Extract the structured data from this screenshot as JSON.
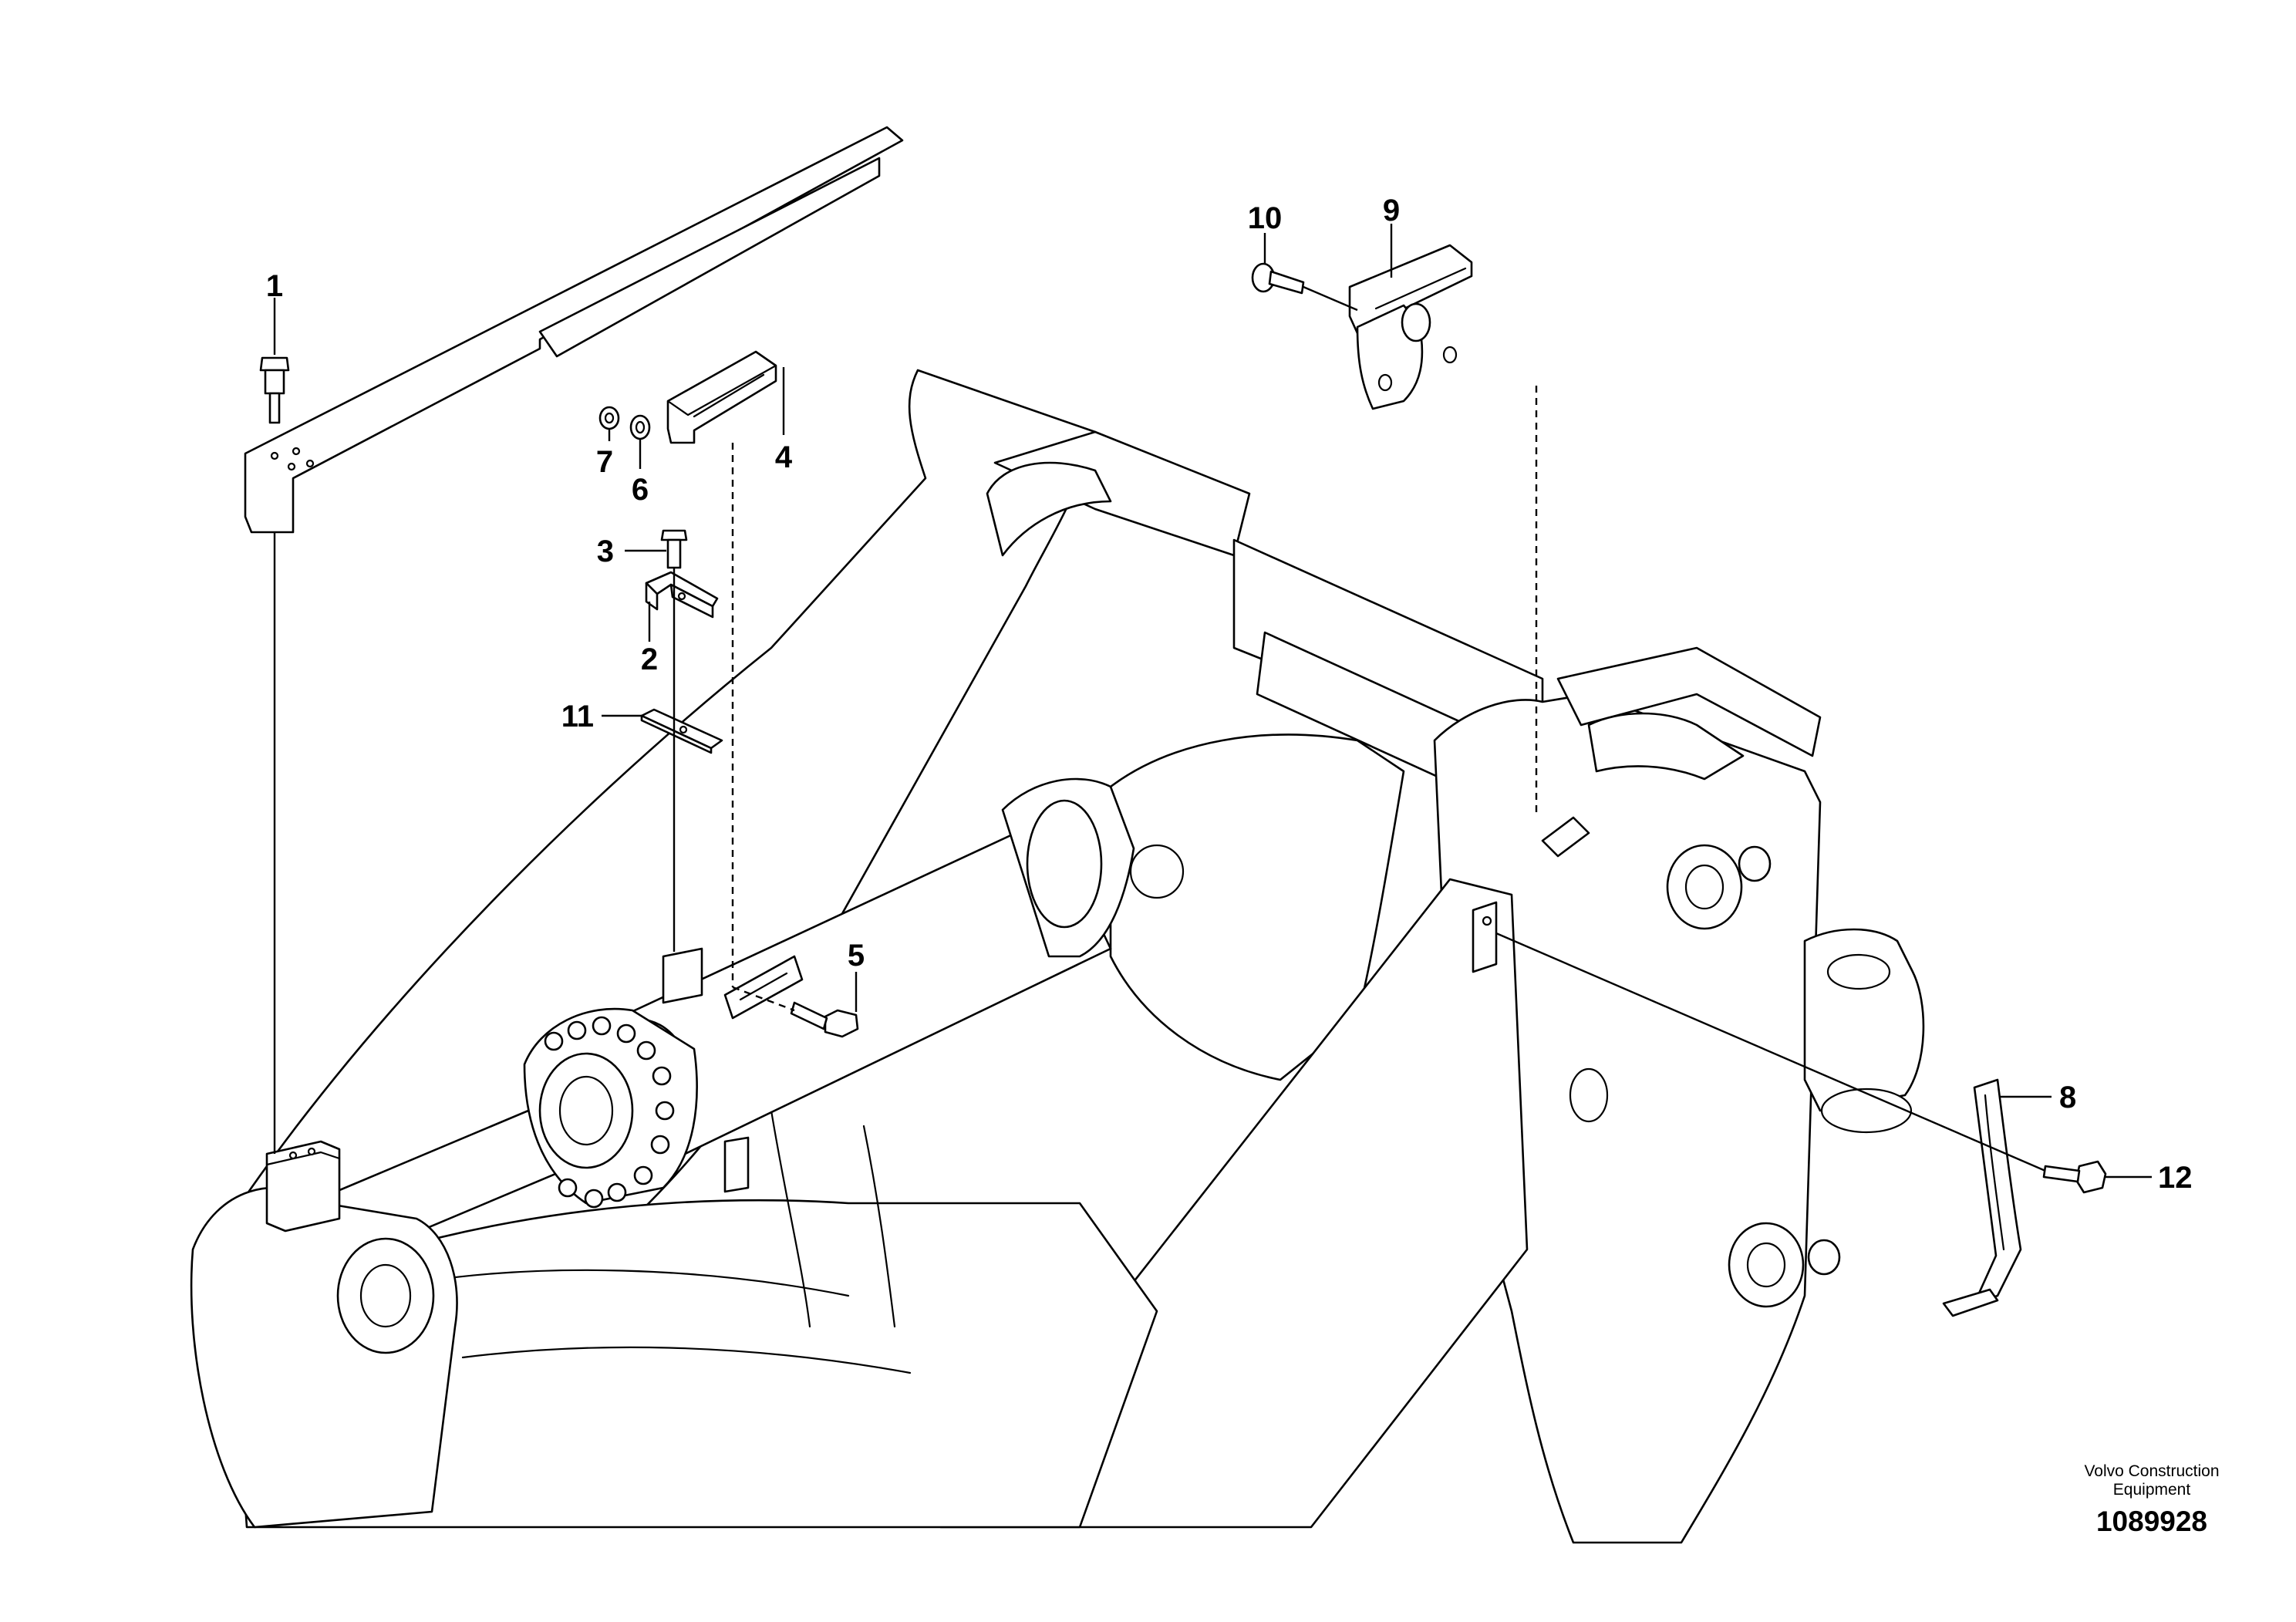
{
  "callouts": [
    "1",
    "2",
    "3",
    "4",
    "5",
    "6",
    "7",
    "8",
    "9",
    "10",
    "11",
    "12"
  ],
  "footer": {
    "brand_line1": "Volvo Construction",
    "brand_line2": "Equipment",
    "drawing_number": "1089928"
  }
}
